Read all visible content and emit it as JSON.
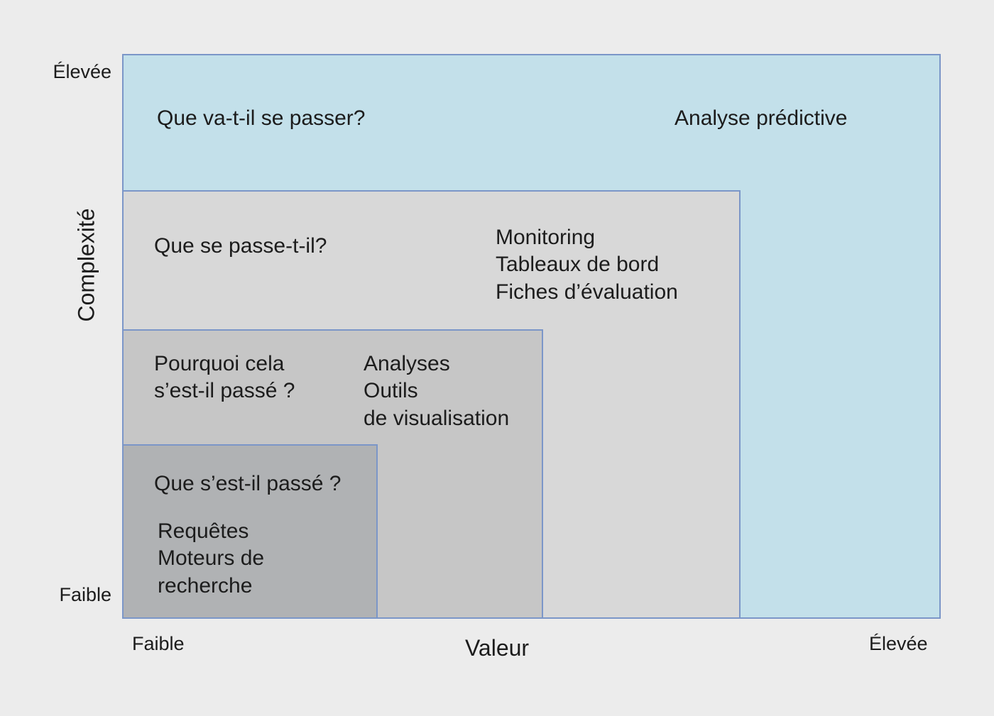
{
  "chart_data": {
    "type": "table",
    "title": "",
    "xlabel": "Valeur",
    "ylabel": "Complexité",
    "x_ticks": [
      "Faible",
      "Élevée"
    ],
    "y_ticks": [
      "Faible",
      "Élevée"
    ],
    "grid": false,
    "legend": "none",
    "categories": [
      "Que s’est-il passé ?",
      "Pourquoi cela s’est-il passé ?",
      "Que se passe-t-il?",
      "Que va-t-il se passer?"
    ],
    "series": [
      {
        "name": "Valeur",
        "values": [
          1,
          2,
          3,
          4
        ]
      },
      {
        "name": "Complexité",
        "values": [
          1,
          2,
          3,
          4
        ]
      }
    ],
    "annotations": [
      "Requêtes Moteurs de recherche",
      "Analyses Outils de visualisation",
      "Monitoring Tableaux de bord Fiches d’évaluation",
      "Analyse prédictive"
    ]
  },
  "axes": {
    "y_title": "Complexité",
    "y_high": "Élevée",
    "y_low": "Faible",
    "x_title": "Valeur",
    "x_low": "Faible",
    "x_high": "Élevée"
  },
  "tiers": [
    {
      "id": "reporting",
      "question": "Que s’est-il passé ?",
      "tools": "Requêtes\nMoteurs de\nrecherche",
      "color": "#b0b2b4"
    },
    {
      "id": "diagnostic",
      "question": "Pourquoi cela\ns’est-il passé ?",
      "tools": "Analyses\nOutils\nde visualisation",
      "color": "#c6c6c6"
    },
    {
      "id": "descriptive",
      "question": "Que se passe-t-il?",
      "tools": "Monitoring\nTableaux de bord\nFiches d’évaluation",
      "color": "#d8d8d8"
    },
    {
      "id": "predictive",
      "question": "Que va-t-il se passer?",
      "tools": "Analyse prédictive",
      "color": "#c3e0ea"
    }
  ],
  "colors": {
    "background": "#ececec",
    "border": "#7b96c8",
    "text": "#1c1c1c"
  }
}
